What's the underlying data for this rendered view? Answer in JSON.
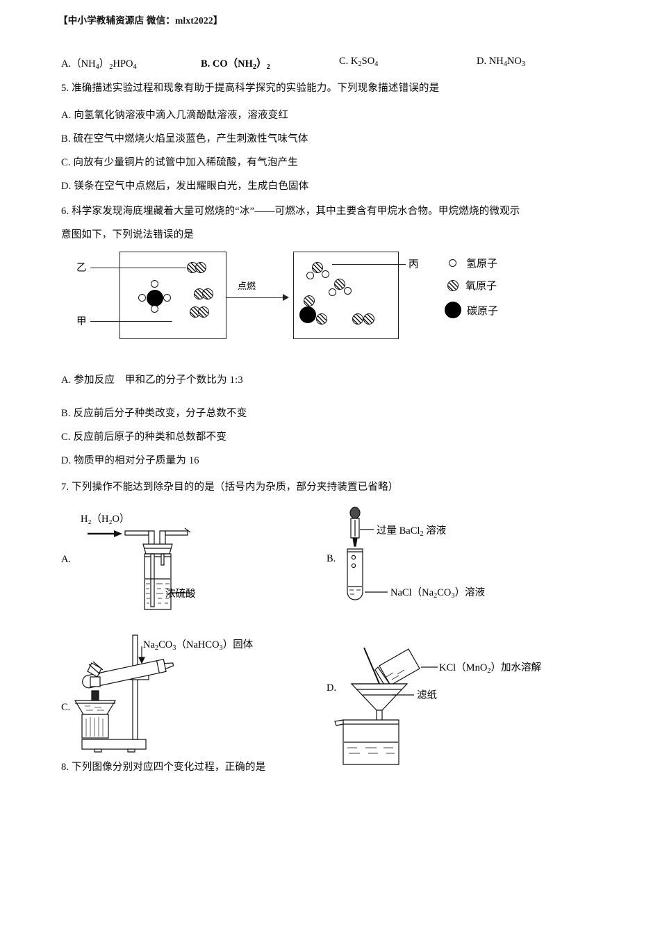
{
  "watermark": "【中小学教辅资源店 微信：mlxt2022】",
  "question4_options": [
    {
      "label": "A.（NH",
      "sub1": "4",
      "mid": "）",
      "sub2": "2",
      "tail": "HPO",
      "sub3": "4"
    },
    {
      "text": "B. CO（NH₂）₂"
    },
    {
      "text": "C. K₂SO₄"
    },
    {
      "text": "D. NH₄NO₃"
    }
  ],
  "q4_opts_plain": {
    "a": "A.（NH4）2HPO4",
    "b": "B. CO（NH2）2",
    "c": "C. K2SO4",
    "d": "D. NH4NO3"
  },
  "question5": {
    "stem": "5. 准确描述实验过程和现象有助于提高科学探究的实验能力。下列现象描述错误的是",
    "options": [
      "A. 向氢氧化钠溶液中滴入几滴酚酞溶液，溶液变红",
      "B. 硫在空气中燃烧火焰呈淡蓝色，产生刺激性气味气体",
      "C. 向放有少量铜片的试管中加入稀硫酸，有气泡产生",
      "D. 镁条在空气中点燃后，发出耀眼白光，生成白色固体"
    ]
  },
  "question6": {
    "stem_line1": "6. 科学家发现海底埋藏着大量可燃烧的“冰”——可燃冰，其中主要含有甲烷水合物。甲烷燃烧的微观示",
    "stem_line2": "意图如下，下列说法错误的是",
    "diagram": {
      "label_left_top": "乙",
      "label_left_bottom": "甲",
      "label_right": "丙",
      "arrow_label": "点燃",
      "legend": [
        {
          "name": "hydrogen-atom",
          "text": "氢原子"
        },
        {
          "name": "oxygen-atom",
          "text": "氧原子"
        },
        {
          "name": "carbon-atom",
          "text": "碳原子"
        }
      ],
      "reactants": "1 CH4 molecule and 3 O2 molecules",
      "products": "2 H2O molecules, 1 CO2 molecule, 1 O2 molecule"
    },
    "options": [
      "A. 参加反应　甲和乙的分子个数比为 1:3",
      "B. 反应前后分子种类改变，分子总数不变",
      "C. 反应前后原子的种类和总数都不变",
      "D. 物质甲的相对分子质量为 16"
    ]
  },
  "question7": {
    "stem": "7. 下列操作不能达到除杂目的的是（括号内为杂质，部分夹持装置已省略）",
    "items": [
      {
        "letter": "A.",
        "top_label": "H₂（H₂O）",
        "side_label": "浓硫酸"
      },
      {
        "letter": "B.",
        "top_label": "过量 BaCl₂ 溶液",
        "side_label": "NaCl（Na₂CO₃）溶液"
      },
      {
        "letter": "C.",
        "top_label": "Na₂CO₃（NaHCO₃）固体",
        "side_label": ""
      },
      {
        "letter": "D.",
        "top_label": "KCl（MnO₂）加水溶解",
        "side_label": "滤纸"
      }
    ]
  },
  "question8": {
    "stem": "8. 下列图像分别对应四个变化过程，正确的是"
  }
}
